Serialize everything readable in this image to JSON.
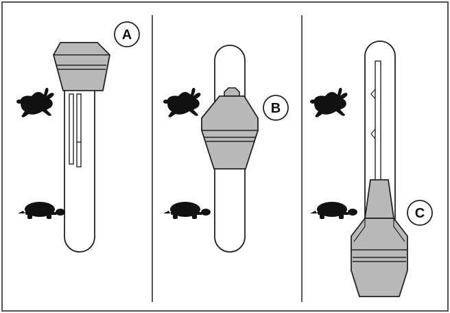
{
  "colors": {
    "border": "#555555",
    "body_fill": "#b9b9b9",
    "stroke": "#222222",
    "silhouette": "#111111",
    "background": "#ffffff"
  },
  "panels": [
    {
      "label": "A",
      "slider_position": "top",
      "icons": [
        "rabbit-icon",
        "turtle-icon"
      ]
    },
    {
      "label": "B",
      "slider_position": "middle",
      "icons": [
        "rabbit-icon",
        "turtle-icon"
      ]
    },
    {
      "label": "C",
      "slider_position": "bottom",
      "icons": [
        "rabbit-icon",
        "turtle-icon"
      ]
    }
  ]
}
